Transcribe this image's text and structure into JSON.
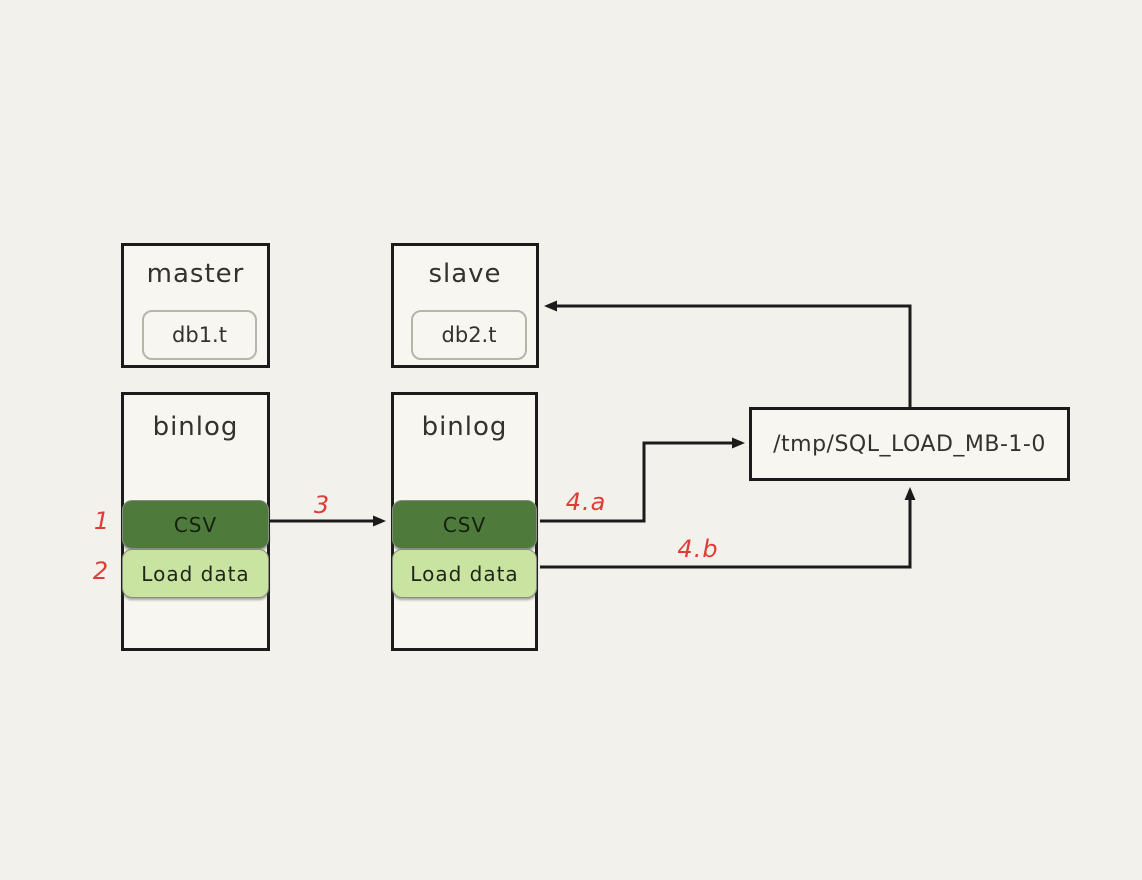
{
  "diagram": {
    "background": "#f3f1eb",
    "colors": {
      "line": "#1b1b1b",
      "annotation_red": "#df3c36",
      "csv_green": "#4e7b3c",
      "load_data_green": "#c9e3a1",
      "box_fill": "#f7f6f0"
    },
    "nodes": {
      "master": {
        "title": "master",
        "table": "db1.t"
      },
      "slave": {
        "title": "slave",
        "table": "db2.t"
      },
      "binlog_left": {
        "title": "binlog",
        "rows": [
          {
            "label": "CSV"
          },
          {
            "label": "Load data"
          }
        ]
      },
      "binlog_right": {
        "title": "binlog",
        "rows": [
          {
            "label": "CSV"
          },
          {
            "label": "Load data"
          }
        ]
      },
      "tmp_file": {
        "label": "/tmp/SQL_LOAD_MB-1-0"
      }
    },
    "annotations": {
      "step1": "1",
      "step2": "2",
      "step3": "3",
      "step4a": "4.a",
      "step4b": "4.b"
    }
  }
}
